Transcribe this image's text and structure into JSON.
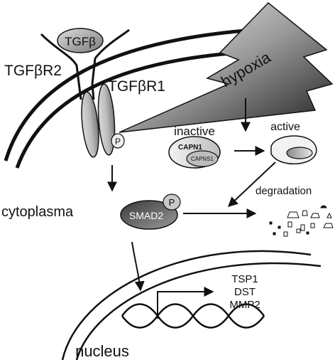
{
  "labels": {
    "tgfb": "TGFβ",
    "tgfbr2": "TGFβR2",
    "tgfbr1": "TGFβR1",
    "hypoxia": "hypoxia",
    "p_receptor": "P",
    "inactive": "inactive",
    "active": "active",
    "capn1": "CAPN1",
    "capns1": "CAPNS1",
    "degradation": "degradation",
    "cytoplasma": "cytoplasma",
    "smad2": "SMAD2",
    "p_smad": "P",
    "tsp1": "TSP1",
    "dst": "DST",
    "mmp2": "MMP2",
    "nucleus": "nucleus"
  }
}
